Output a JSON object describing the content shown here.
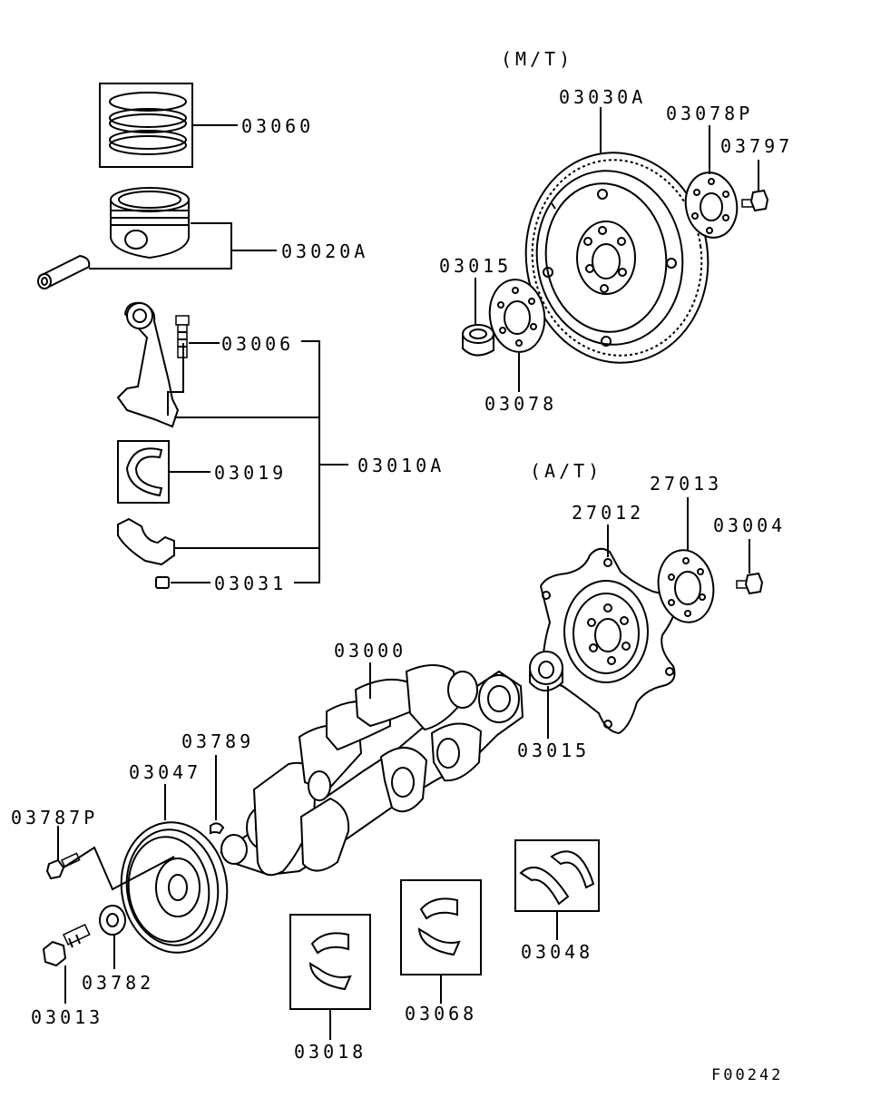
{
  "section_labels": {
    "mt": "(M/T)",
    "at": "(A/T)"
  },
  "figure_code": "F00242",
  "parts": {
    "p03060": "03060",
    "p03020A": "03020A",
    "p03006": "03006",
    "p03010A": "03010A",
    "p03019": "03019",
    "p03031": "03031",
    "p03030A": "03030A",
    "p03078P": "03078P",
    "p03797": "03797",
    "p03015_mt": "03015",
    "p03078": "03078",
    "p27012": "27012",
    "p27013": "27013",
    "p03004": "03004",
    "p03000": "03000",
    "p03015_at": "03015",
    "p03789": "03789",
    "p03047": "03047",
    "p03787P": "03787P",
    "p03782": "03782",
    "p03013": "03013",
    "p03018": "03018",
    "p03068": "03068",
    "p03048": "03048"
  }
}
